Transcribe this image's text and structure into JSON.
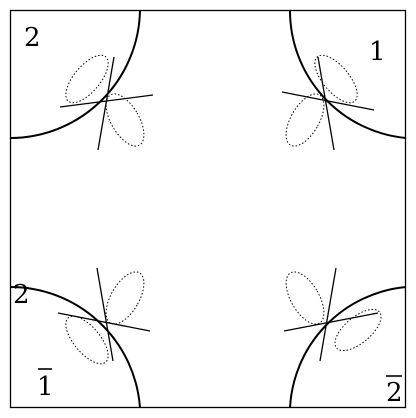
{
  "diagram": {
    "labels": {
      "top_left": "2",
      "top_right": "1",
      "bottom_left": "1",
      "bottom_right": "2"
    },
    "bottom_labels_overlined": true,
    "colors": {
      "stroke": "#000000",
      "background": "#ffffff"
    }
  }
}
